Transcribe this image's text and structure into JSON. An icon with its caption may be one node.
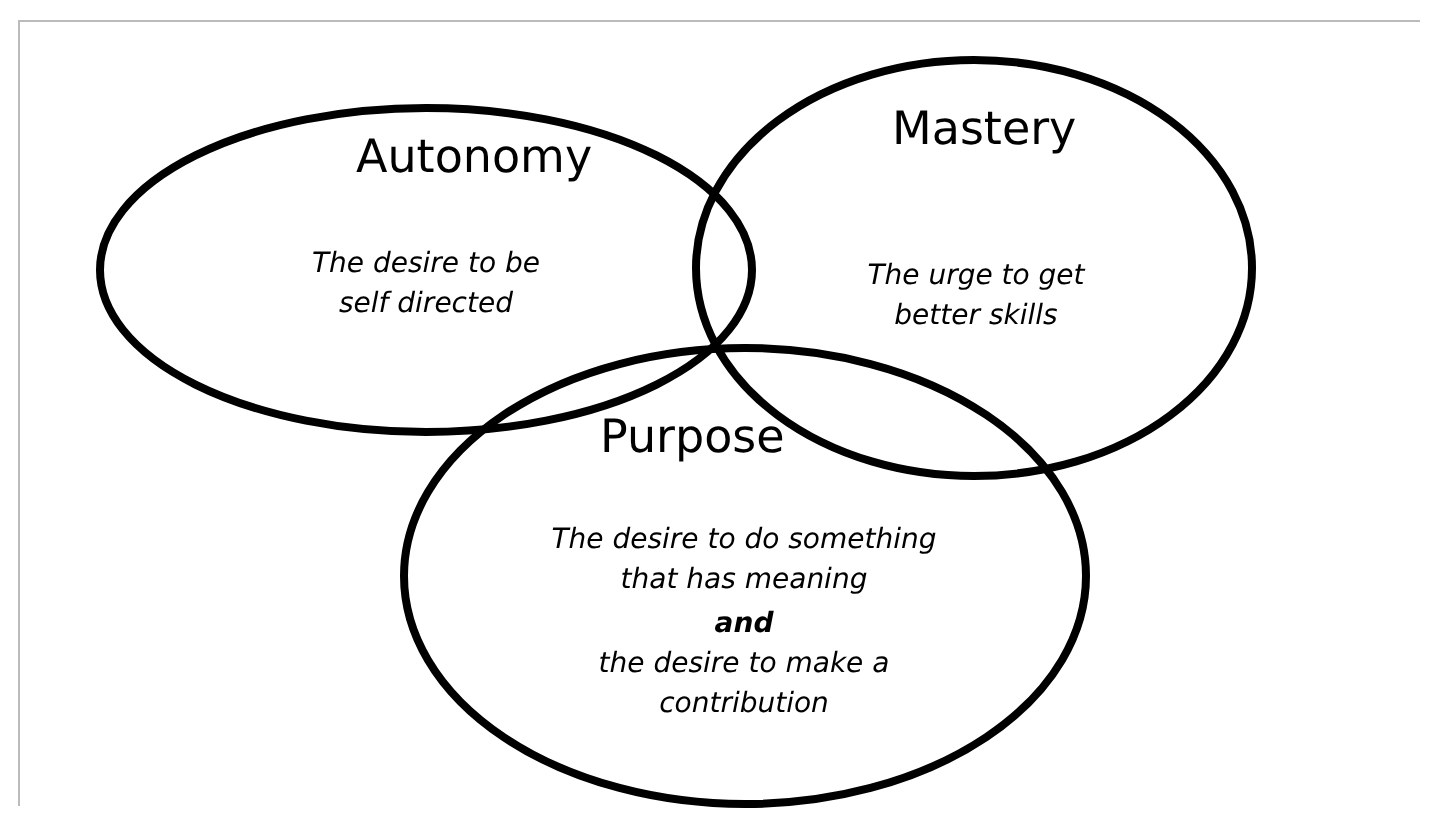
{
  "diagram": {
    "nodes": [
      {
        "text": [
          "Autonomy",
          "The desire to be self directed"
        ]
      },
      {
        "text": [
          "Mastery",
          "The urge to get better skills"
        ]
      },
      {
        "text": [
          "Purpose",
          "The desire to do something that has meaning",
          "and",
          "the desire to make a contribution"
        ]
      }
    ]
  }
}
